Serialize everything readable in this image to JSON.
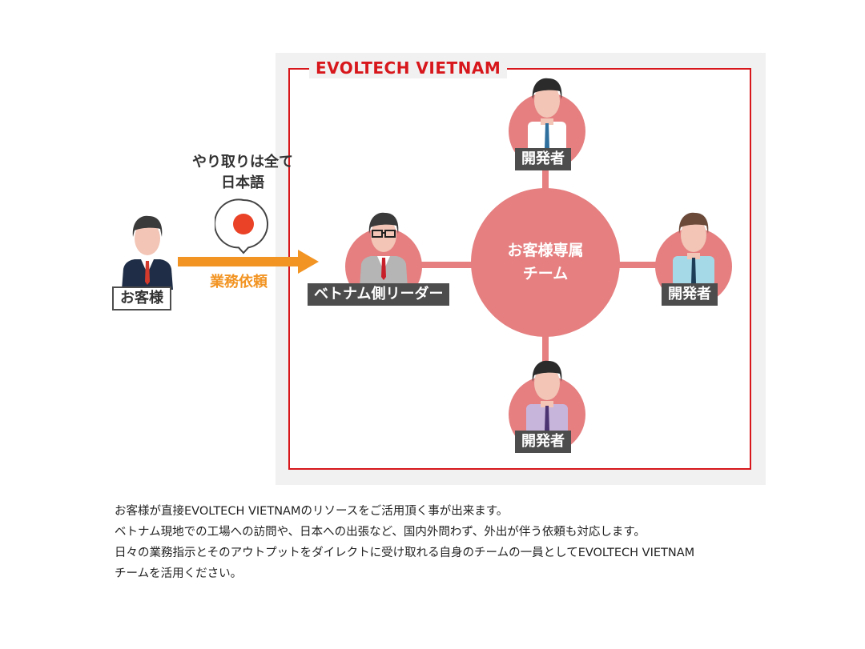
{
  "diagram": {
    "company_frame_title": "EVOLTECH VIETNAM",
    "center_team_label_line1": "お客様専属",
    "center_team_label_line2": "チーム",
    "customer": {
      "label": "お客様"
    },
    "language_note_line1": "やり取りは全て",
    "language_note_line2": "日本語",
    "language_icon": "japan-flag-speech-bubble-icon",
    "request_arrow_label": "業務依頼",
    "leader": {
      "label": "ベトナム側リーダー"
    },
    "developers": [
      {
        "position": "top",
        "label": "開発者",
        "shirt_color": "#ffffff",
        "tie_color": "#2e6f9e",
        "hair_color": "#2b2b2b"
      },
      {
        "position": "right",
        "label": "開発者",
        "shirt_color": "#a6d9e8",
        "tie_color": "#1d3d57",
        "hair_color": "#6b4a3a"
      },
      {
        "position": "bottom",
        "label": "開発者",
        "shirt_color": "#c8b5dc",
        "tie_color": "#4b3270",
        "hair_color": "#2b2b2b"
      }
    ]
  },
  "colors": {
    "brand_red": "#d7171b",
    "team_pink": "#e57f80",
    "arrow_orange": "#f29423",
    "label_dark": "#4d4d4d",
    "flag_red": "#ea4226"
  },
  "description": {
    "lines": [
      "お客様が直接EVOLTECH VIETNAMのリソースをご活用頂く事が出来ます。",
      "ベトナム現地での工場への訪問や、日本への出張など、国内外問わず、外出が伴う依頼も対応します。",
      "日々の業務指示とそのアウトプットをダイレクトに受け取れる自身のチームの一員としてEVOLTECH VIETNAM",
      "チームを活用ください。"
    ]
  }
}
